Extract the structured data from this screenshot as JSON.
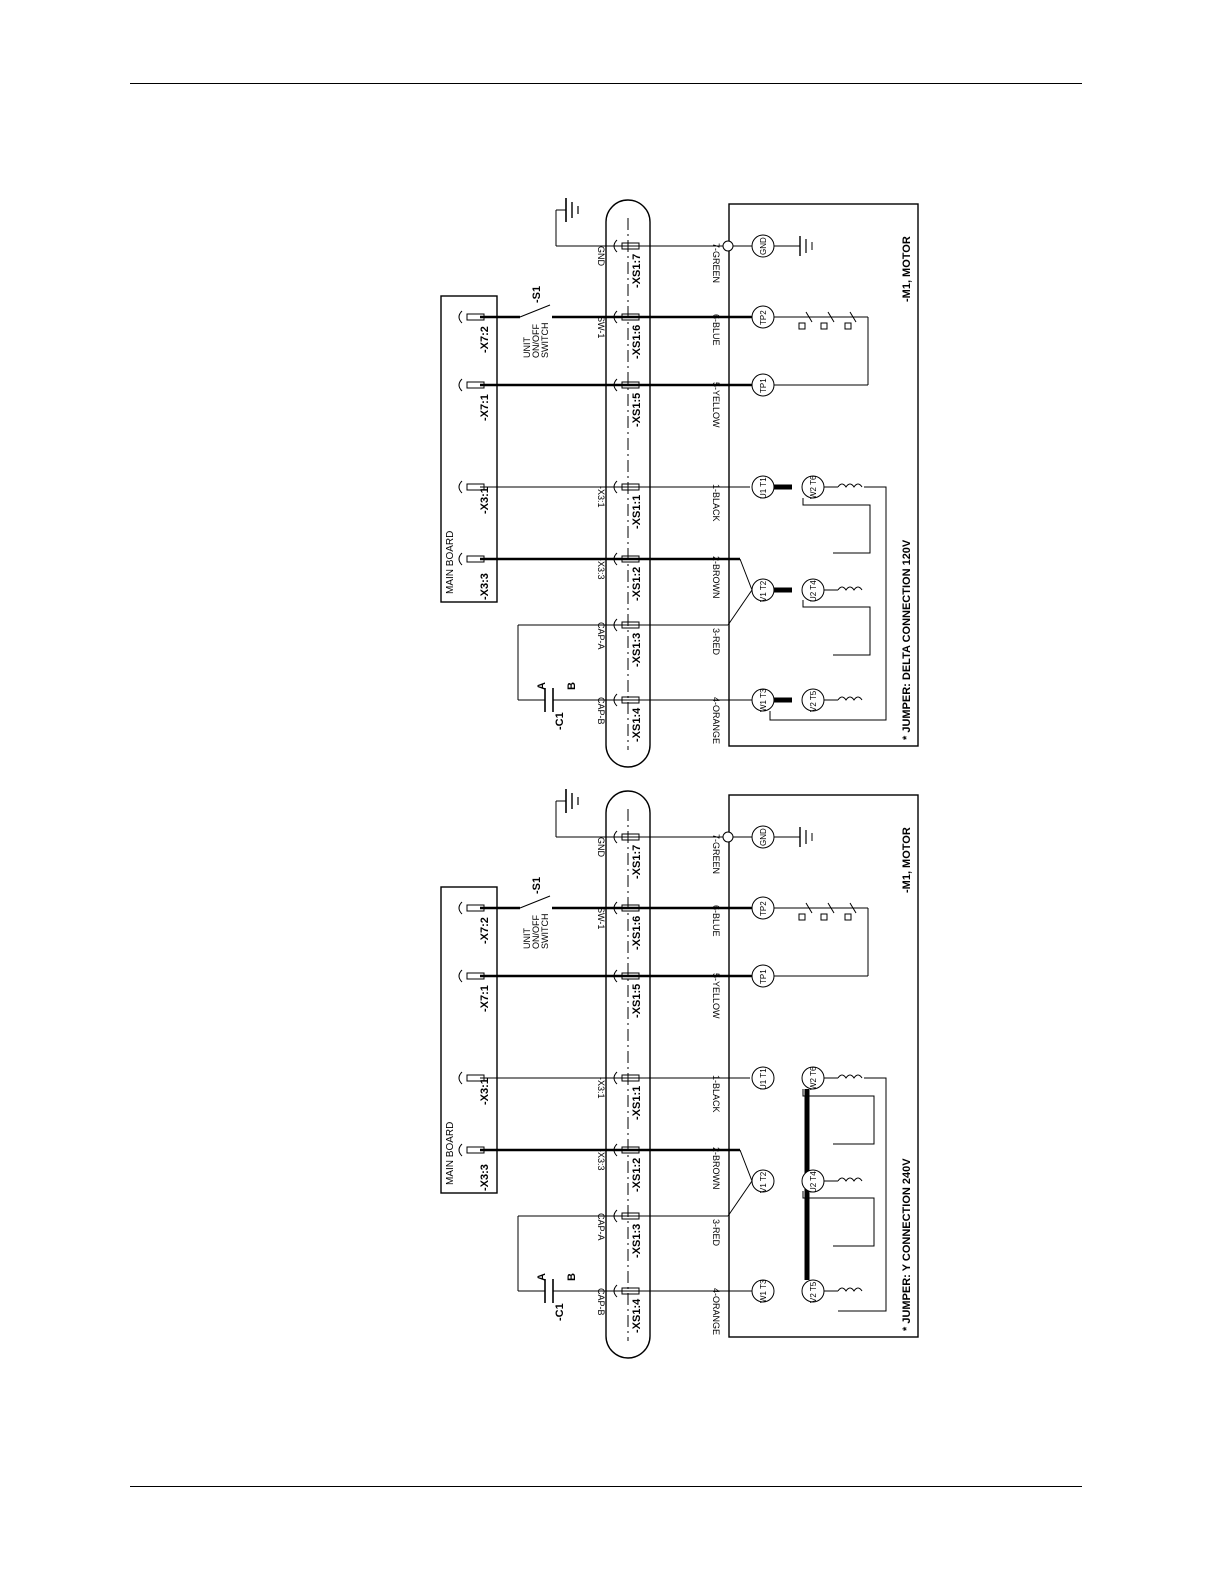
{
  "diagrams": [
    {
      "main_board": "MAIN BOARD",
      "switch_tag": "-S1",
      "switch_label": [
        "UNIT",
        "ON/OFF",
        "SWITCH"
      ],
      "capacitor_tag": "-C1",
      "cap_terminal_a": "A",
      "cap_terminal_b": "B",
      "board_connectors": [
        "-X3:3",
        "-X3:1",
        "-X7:1",
        "-X7:2"
      ],
      "harness_signals": [
        "CAP-B",
        "CAP-A",
        "-X3:3",
        "-X3:1",
        "SW-1",
        "GND"
      ],
      "harness_connectors": [
        "-XS1:4",
        "-XS1:3",
        "-XS1:2",
        "-XS1:1",
        "-XS1:5",
        "-XS1:6",
        "-XS1:7"
      ],
      "wires": [
        "4-ORANGE",
        "3-RED",
        "2-BROWN",
        "1-BLACK",
        "5-YELLOW",
        "6-BLUE",
        "7-GREEN"
      ],
      "terminals_main": [
        "W1 T3",
        "V1 T2",
        "U1 T1",
        "TP1",
        "TP2",
        "GND"
      ],
      "terminals_second": [
        "V2 T5",
        "U2 T4",
        "W2 T6"
      ],
      "jumper_note": "* JUMPER: DELTA CONNECTION 120V",
      "motor_label": "-M1, MOTOR"
    },
    {
      "main_board": "MAIN BOARD",
      "switch_tag": "-S1",
      "switch_label": [
        "UNIT",
        "ON/OFF",
        "SWITCH"
      ],
      "capacitor_tag": "-C1",
      "cap_terminal_a": "A",
      "cap_terminal_b": "B",
      "board_connectors": [
        "-X3:3",
        "-X3:1",
        "-X7:1",
        "-X7:2"
      ],
      "harness_signals": [
        "CAP-B",
        "CAP-A",
        "-X3:3",
        "-X3:1",
        "SW-1",
        "GND"
      ],
      "harness_connectors": [
        "-XS1:4",
        "-XS1:3",
        "-XS1:2",
        "-XS1:1",
        "-XS1:5",
        "-XS1:6",
        "-XS1:7"
      ],
      "wires": [
        "4-ORANGE",
        "3-RED",
        "2-BROWN",
        "1-BLACK",
        "5-YELLOW",
        "6-BLUE",
        "7-GREEN"
      ],
      "terminals_main": [
        "W1 T3",
        "V1 T2",
        "U1 T1",
        "TP1",
        "TP2",
        "GND"
      ],
      "terminals_second": [
        "V2 T5",
        "U2 T4",
        "W2 T6"
      ],
      "jumper_note": "* JUMPER: Y CONNECTION 240V",
      "motor_label": "-M1, MOTOR"
    }
  ]
}
